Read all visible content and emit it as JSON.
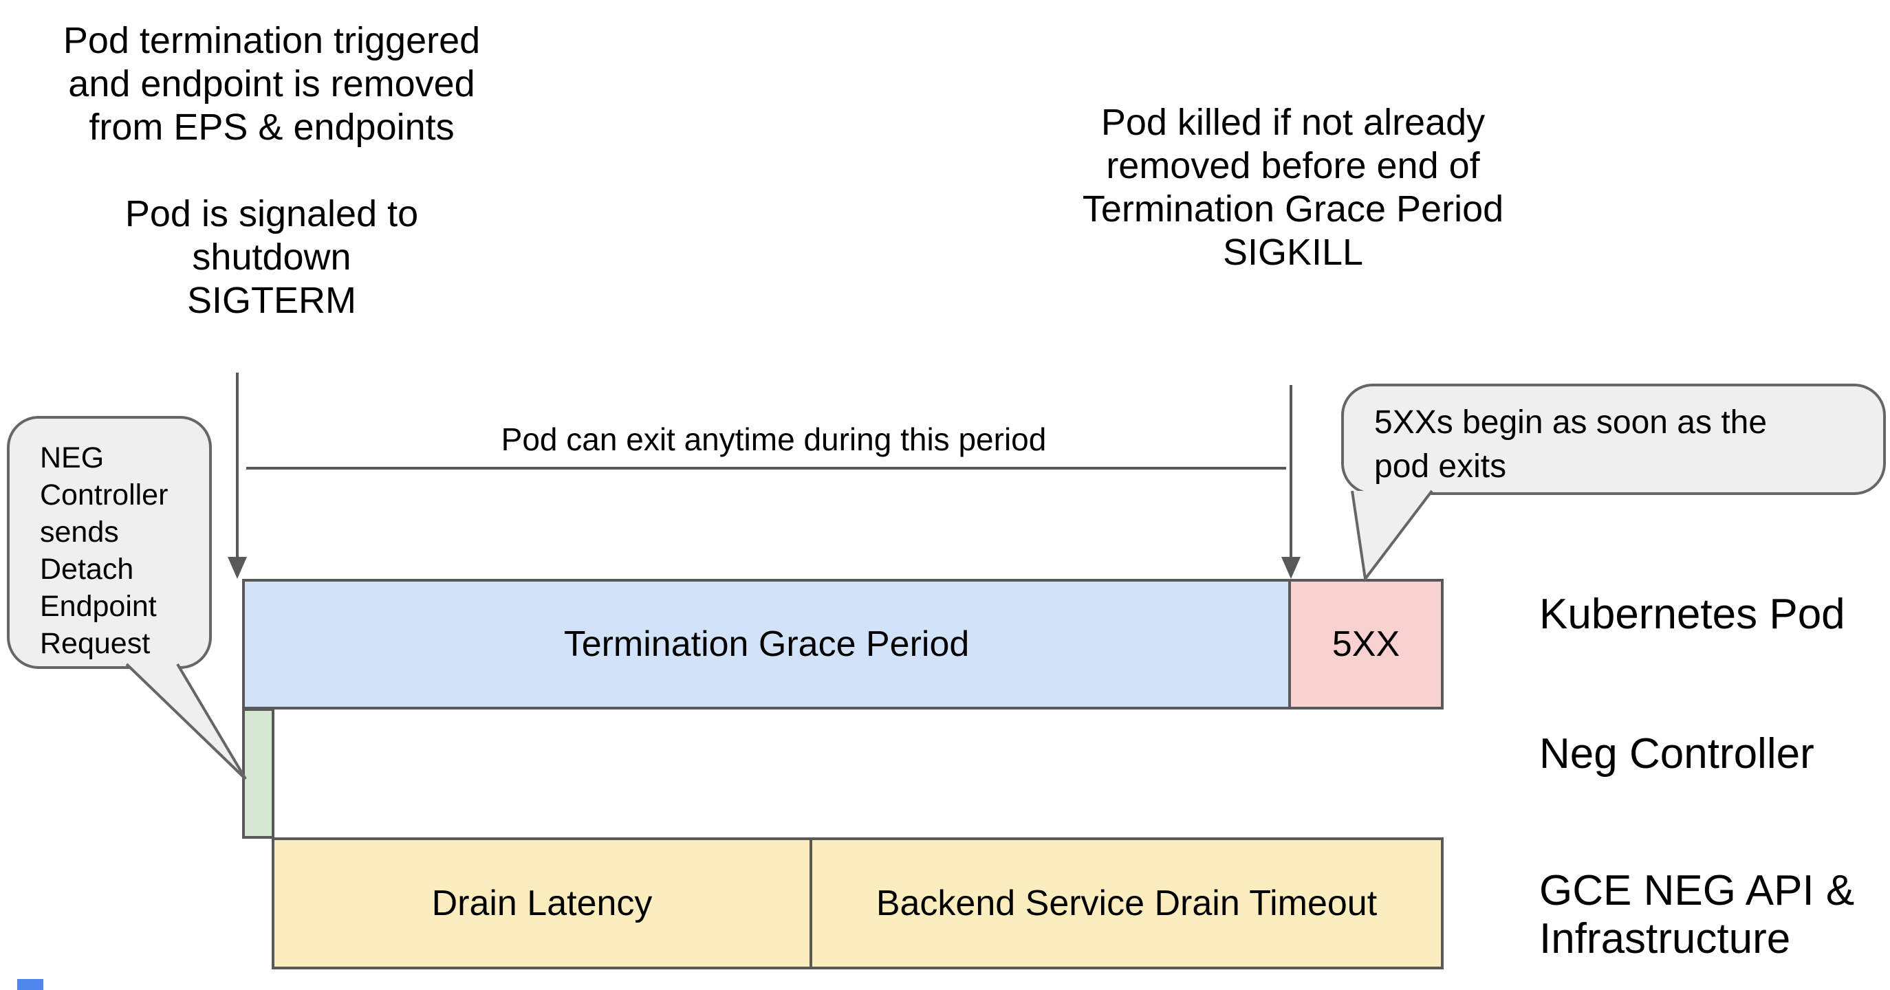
{
  "diagram_title": "Kubernetes pod termination and GCE NEG drain timeline",
  "top_left_note": {
    "lines": [
      "Pod termination triggered",
      "and endpoint is removed",
      "from EPS & endpoints",
      "",
      "Pod is signaled to shutdown",
      "SIGTERM"
    ]
  },
  "top_right_note": {
    "lines": [
      "Pod killed if not already",
      "removed before end of",
      "Termination Grace Period",
      "SIGKILL"
    ]
  },
  "exit_period_label": "Pod can exit anytime during this period",
  "left_callout": {
    "lines": [
      "NEG",
      "Controller",
      "sends",
      "Detach",
      "Endpoint",
      "Request"
    ]
  },
  "right_callout": {
    "lines": [
      "5XXs begin as soon as the",
      "pod exits"
    ]
  },
  "timeline": {
    "kubernetes_pod_row": {
      "row_label": "Kubernetes Pod",
      "segments": [
        {
          "label": "Termination Grace Period",
          "color": "#d2e2f8"
        },
        {
          "label": "5XX",
          "color": "#f8d2d1"
        }
      ]
    },
    "neg_controller_row": {
      "row_label": "Neg Controller",
      "segments": [
        {
          "label": "",
          "color": "#d6e8d4"
        }
      ]
    },
    "gce_row": {
      "row_label_line1": "GCE NEG API &",
      "row_label_line2": "Infrastructure",
      "segments": [
        {
          "label": "Drain Latency",
          "color": "#fbedbe"
        },
        {
          "label": "Backend Service Drain Timeout",
          "color": "#fbedbe"
        }
      ]
    }
  },
  "colors": {
    "grace_period_blue": "#d2e2f8",
    "error_pink": "#f8d2d1",
    "detach_green": "#d6e8d4",
    "drain_yellow": "#fbedbe",
    "callout_gray": "#efefef",
    "line_gray": "#595959",
    "artifact_blue": "#4e86ec"
  }
}
